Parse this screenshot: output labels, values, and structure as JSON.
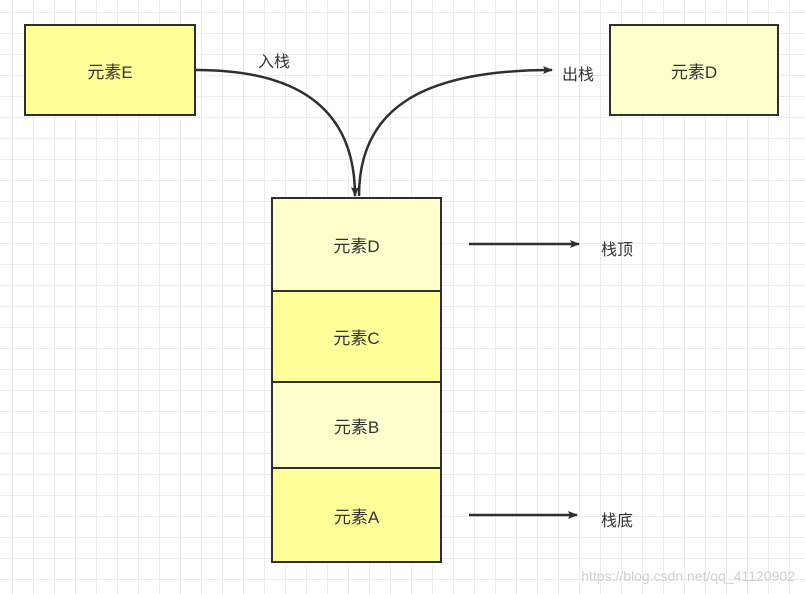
{
  "colors": {
    "fill_dark": "#ffff99",
    "fill_light": "#ffffcc",
    "stroke": "#2f2f2f",
    "text": "#333333"
  },
  "element_e": {
    "label": "元素E"
  },
  "element_d_out": {
    "label": "元素D"
  },
  "push_label": "入栈",
  "pop_label": "出栈",
  "stack": {
    "cells": [
      {
        "label": "元素D"
      },
      {
        "label": "元素C"
      },
      {
        "label": "元素B"
      },
      {
        "label": "元素A"
      }
    ]
  },
  "top_label": "栈顶",
  "bottom_label": "栈底",
  "watermark": "https://blog.csdn.net/qq_41120902"
}
